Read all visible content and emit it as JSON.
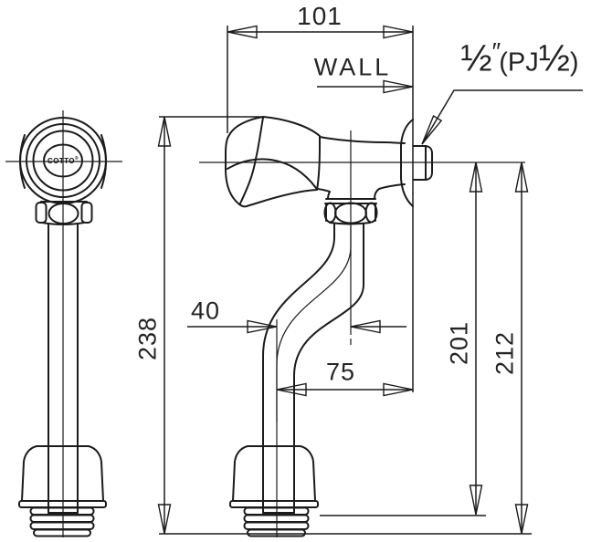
{
  "front_view": {
    "brand": "COTTO",
    "brand_mark": "®"
  },
  "dimensions": {
    "top_width": "101",
    "wall_label": "WALL",
    "total_height": "238",
    "pipe_offset": "40",
    "pipe_depth": "75",
    "inner_height": "201",
    "outer_height": "212",
    "thread_spec": {
      "frac_a": "½",
      "prime": "″",
      "open": "(PJ",
      "frac_b": "½",
      "close": ")"
    }
  }
}
